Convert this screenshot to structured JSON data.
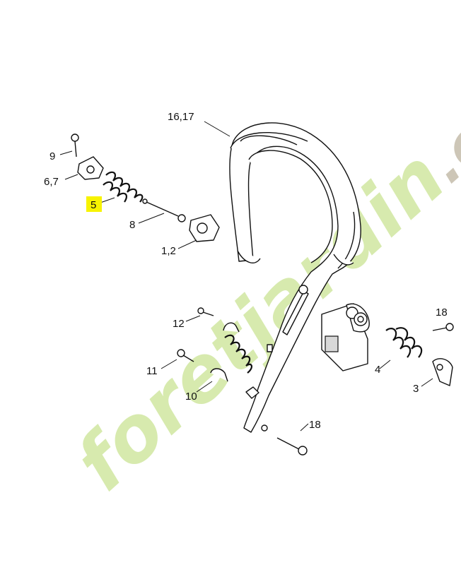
{
  "callouts": {
    "c16_17": "16,17",
    "c9": "9",
    "c6_7": "6,7",
    "c5": "5",
    "c8": "8",
    "c1_2": "1,2",
    "c12": "12",
    "c11": "11",
    "c10": "10",
    "c18a": "18",
    "c18b": "18",
    "c4": "4",
    "c3": "3"
  },
  "highlight": {
    "label": "5",
    "color": "#f7f300"
  },
  "watermark": {
    "text_a": "foret",
    "text_b": "jardin",
    "text_c": ".com",
    "color_main": "#d3e8a6",
    "color_accent": "#f0c89a",
    "color_tail": "#c8c0b0"
  }
}
